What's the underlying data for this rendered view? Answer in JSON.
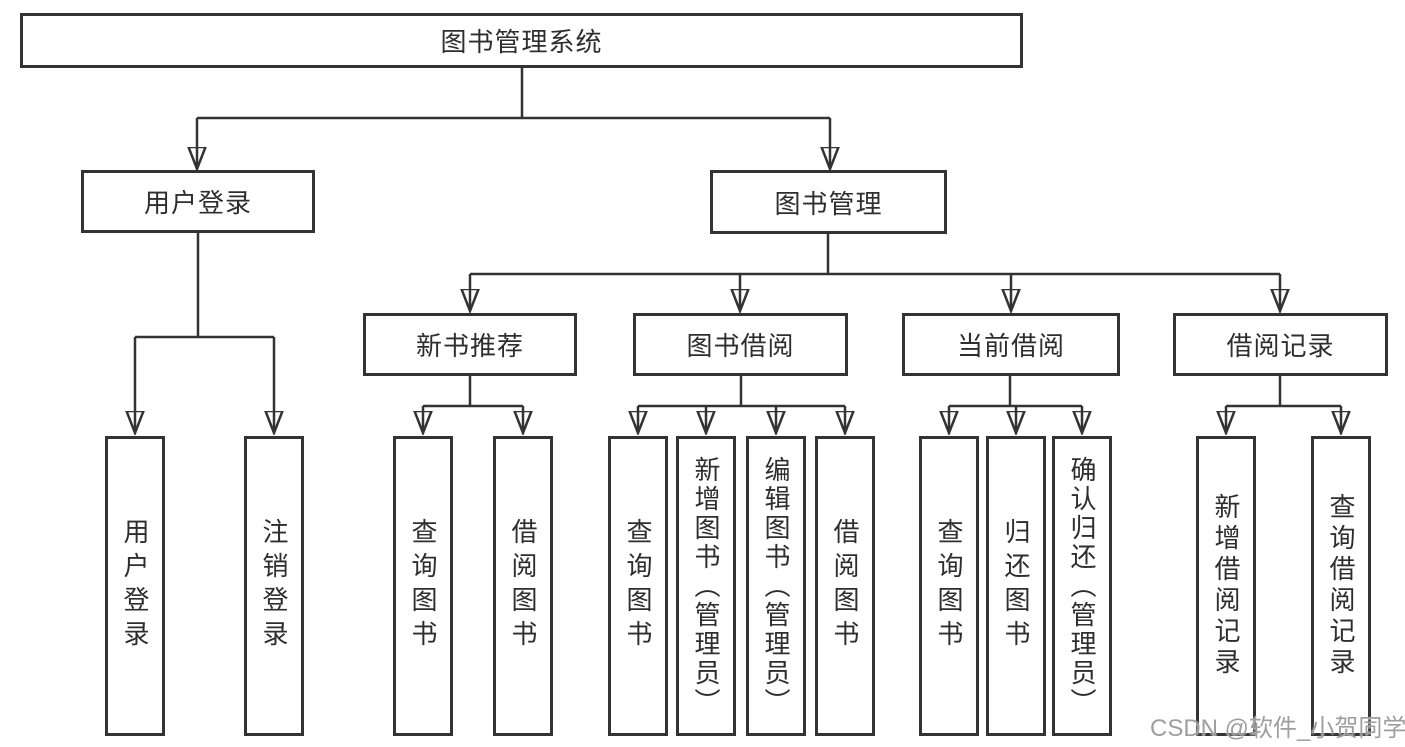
{
  "diagram": {
    "root": {
      "label": "图书管理系统"
    },
    "branches": [
      {
        "label": "用户登录",
        "children": [
          {
            "label": "用户登录"
          },
          {
            "label": "注销登录"
          }
        ]
      },
      {
        "label": "图书管理",
        "children": [
          {
            "label": "新书推荐",
            "children": [
              {
                "label": "查询图书"
              },
              {
                "label": "借阅图书"
              }
            ]
          },
          {
            "label": "图书借阅",
            "children": [
              {
                "label": "查询图书"
              },
              {
                "label": "新增图书（管理员）"
              },
              {
                "label": "编辑图书（管理员）"
              },
              {
                "label": "借阅图书"
              }
            ]
          },
          {
            "label": "当前借阅",
            "children": [
              {
                "label": "查询图书"
              },
              {
                "label": "归还图书"
              },
              {
                "label": "确认归还（管理员）"
              }
            ]
          },
          {
            "label": "借阅记录",
            "children": [
              {
                "label": "新增借阅记录"
              },
              {
                "label": "查询借阅记录"
              }
            ]
          }
        ]
      }
    ]
  },
  "watermark": {
    "text": "CSDN @软件_小贺同学"
  },
  "colors": {
    "line": "#333333",
    "text": "#2e2e2e",
    "watermark": "#9e9e9e",
    "background": "#ffffff"
  }
}
